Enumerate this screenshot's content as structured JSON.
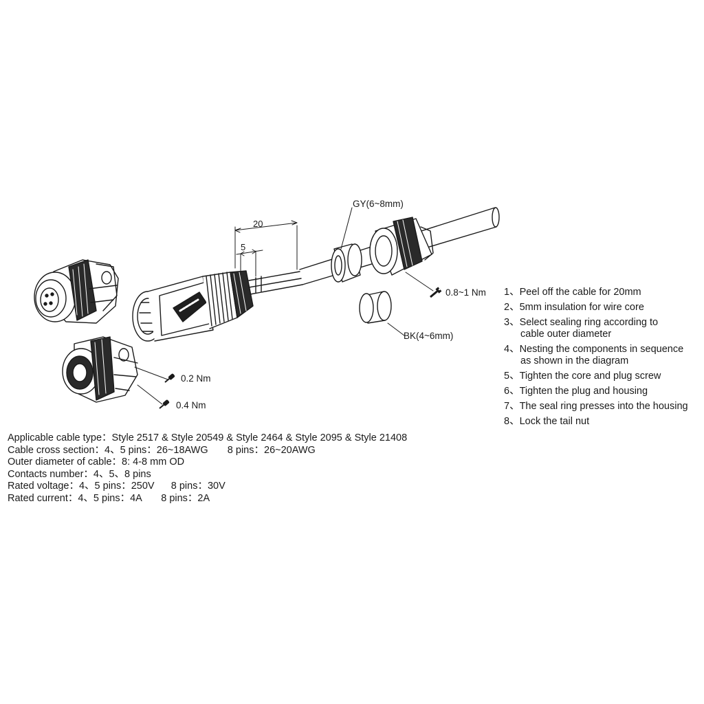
{
  "dimensions": {
    "strip_length": "20",
    "insulation_length": "5"
  },
  "labels": {
    "gray_seal": "GY(6~8mm)",
    "black_seal": "BK(4~6mm)",
    "torque_tail": "0.8~1 Nm",
    "torque_screw": "0.2 Nm",
    "torque_housing": "0.4 Nm"
  },
  "icons": [
    "wrench-icon",
    "screwdriver-icon"
  ],
  "steps": [
    {
      "line1": "1、Peel off the cable for 20mm",
      "line2": ""
    },
    {
      "line1": "2、5mm insulation for wire core",
      "line2": ""
    },
    {
      "line1": "3、Select sealing ring according to",
      "line2": "cable outer diameter"
    },
    {
      "line1": "4、Nesting the components in sequence",
      "line2": "as shown in the diagram"
    },
    {
      "line1": "5、Tighten the core and plug screw",
      "line2": ""
    },
    {
      "line1": "6、Tighten the plug and housing",
      "line2": ""
    },
    {
      "line1": "7、The seal ring presses into the housing",
      "line2": ""
    },
    {
      "line1": "8、Lock the tail nut",
      "line2": ""
    }
  ],
  "specs": [
    "Applicable cable type：Style 2517 & Style 20549 & Style 2464 & Style 2095 & Style 21408",
    "Cable cross section：4、5 pins：26~18AWG       8 pins：26~20AWG",
    "Outer diameter of cable：8: 4-8 mm OD",
    "Contacts number：4、5、8 pins",
    "Rated voltage：4、5 pins：250V      8 pins：30V",
    "Rated current：4、5 pins：4A       8 pins：2A"
  ]
}
